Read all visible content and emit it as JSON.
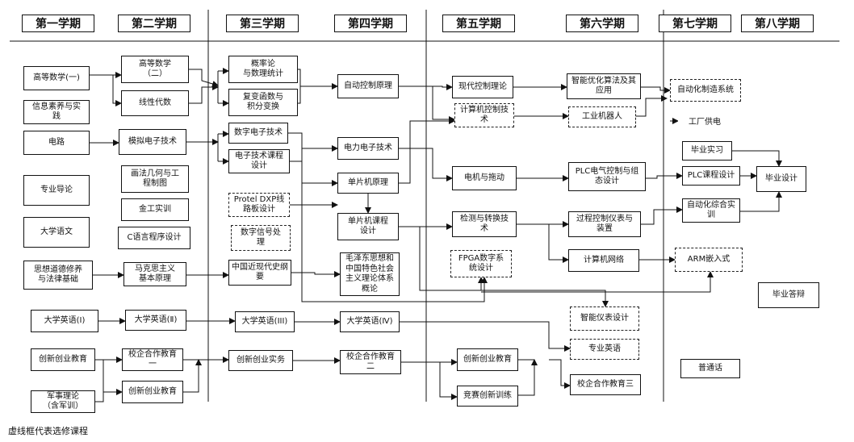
{
  "semesters": [
    "第一学期",
    "第二学期",
    "第三学期",
    "第四学期",
    "第五学期",
    "第六学期",
    "第七学期",
    "第八学期"
  ],
  "courses": {
    "gdsx1": {
      "label": "高等数学(一)",
      "optional": false
    },
    "xxsy": {
      "label": "信息素养与实\n践",
      "optional": false
    },
    "dianlu": {
      "label": "电路",
      "optional": false
    },
    "zydl": {
      "label": "专业导论",
      "optional": false
    },
    "dxyw": {
      "label": "大学语文",
      "optional": false
    },
    "sxdd": {
      "label": "思想道德修养\n与法律基础",
      "optional": false
    },
    "dxyy1": {
      "label": "大学英语(Ⅰ)",
      "optional": false
    },
    "cxcy1": {
      "label": "创新创业教育",
      "optional": false
    },
    "jsll": {
      "label": "军事理论\n（含军训）",
      "optional": false
    },
    "gdsx2": {
      "label": "高等数学\n（二）",
      "optional": false
    },
    "xxds": {
      "label": "线性代数",
      "optional": false
    },
    "mndz": {
      "label": "模拟电子技术",
      "optional": false
    },
    "hfjh": {
      "label": "画法几何与工\n程制图",
      "optional": false
    },
    "jgsx": {
      "label": "金工实训",
      "optional": false
    },
    "cyy": {
      "label": "C语言程序设计",
      "optional": false
    },
    "mkszy": {
      "label": "马克思主义\n基本原理",
      "optional": false
    },
    "dxyy2": {
      "label": "大学英语(Ⅱ)",
      "optional": false
    },
    "xqhz1": {
      "label": "校企合作教育\n一",
      "optional": false
    },
    "cxcy2": {
      "label": "创新创业教育",
      "optional": false
    },
    "gll": {
      "label": "概率论\n与数理统计",
      "optional": false
    },
    "fbhs": {
      "label": "复变函数与\n积分变换",
      "optional": false
    },
    "szdz": {
      "label": "数字电子技术",
      "optional": false
    },
    "dzkc": {
      "label": "电子技术课程\n设计",
      "optional": false
    },
    "protel": {
      "label": "Protel DXP线\n路板设计",
      "optional": true
    },
    "szxh": {
      "label": "数字信号处\n理",
      "optional": true
    },
    "zgjxd": {
      "label": "中国近现代史纲\n要",
      "optional": false
    },
    "dxyy3": {
      "label": "大学英语(III)",
      "optional": false
    },
    "cxsw": {
      "label": "创新创业实务",
      "optional": false
    },
    "zdkz": {
      "label": "自动控制原理",
      "optional": false
    },
    "dldz": {
      "label": "电力电子技术",
      "optional": false
    },
    "dpj": {
      "label": "单片机原理",
      "optional": false
    },
    "dpjkc": {
      "label": "单片机课程\n设计",
      "optional": false
    },
    "mzd": {
      "label": "毛泽东思想和\n中国特色社会\n主义理论体系\n概论",
      "optional": false
    },
    "dxyy4": {
      "label": "大学英语(Ⅳ)",
      "optional": false
    },
    "xqhz2": {
      "label": "校企合作教育\n二",
      "optional": false
    },
    "xdkz": {
      "label": "现代控制理论",
      "optional": false
    },
    "jsjkz": {
      "label": "计算机控制技\n术",
      "optional": true
    },
    "djtd": {
      "label": "电机与拖动",
      "optional": false
    },
    "jczh": {
      "label": "检测与转换技\n术",
      "optional": false
    },
    "fpga": {
      "label": "FPGA数字系\n统设计",
      "optional": true
    },
    "cxcy5": {
      "label": "创新创业教育",
      "optional": false
    },
    "jsxl": {
      "label": "竞赛创新训练",
      "optional": false
    },
    "znyh": {
      "label": "智能优化算法及其\n应用",
      "optional": false
    },
    "gyjqr": {
      "label": "工业机器人",
      "optional": true
    },
    "plcdq": {
      "label": "PLC电气控制与组\n态设计",
      "optional": false
    },
    "gckz": {
      "label": "过程控制仪表与\n装置",
      "optional": false
    },
    "jsjwl": {
      "label": "计算机网络",
      "optional": false
    },
    "znyb": {
      "label": "智能仪表设计",
      "optional": true
    },
    "zyyy": {
      "label": "专业英语",
      "optional": true
    },
    "xqhz3": {
      "label": "校企合作教育三",
      "optional": false
    },
    "zdhzz": {
      "label": "自动化制造系统",
      "optional": true
    },
    "gcgd": {
      "label": "工厂供电",
      "optional": false
    },
    "bysx": {
      "label": "毕业实习",
      "optional": false
    },
    "plckc": {
      "label": "PLC课程设计",
      "optional": false
    },
    "zdhzh": {
      "label": "自动化综合实\n训",
      "optional": false
    },
    "arm": {
      "label": "ARM嵌入式",
      "optional": true
    },
    "ptw": {
      "label": "普通话",
      "optional": false
    },
    "bysj": {
      "label": "毕业设计",
      "optional": false
    },
    "bydb": {
      "label": "毕业答辩",
      "optional": false
    }
  },
  "legend": "虚线框代表选修课程"
}
